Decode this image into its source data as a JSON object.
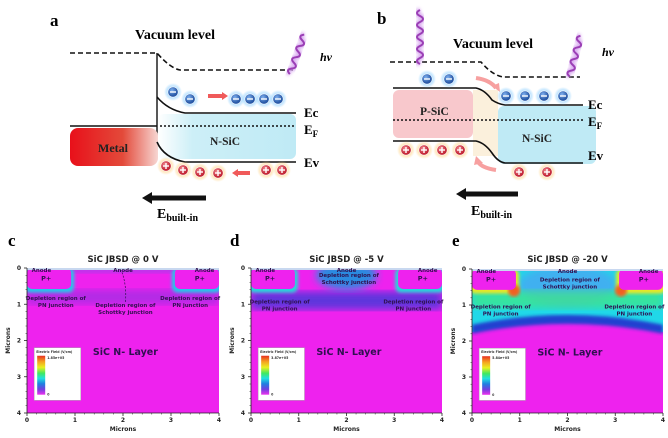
{
  "panel_a": {
    "letter": "a",
    "vacuum_label": "Vacuum level",
    "photon_label": "hv",
    "metal_label": "Metal",
    "semiconductor_label": "N-SiC",
    "ec_label": "Ec",
    "ef_label": "E",
    "ef_sub": "F",
    "ev_label": "Ev",
    "field_label": "E",
    "field_sub": "built-in",
    "electron_count": 6,
    "hole_count": 6
  },
  "panel_b": {
    "letter": "b",
    "vacuum_label": "Vacuum level",
    "photon_label": "hv",
    "p_label": "P-SiC",
    "n_label": "N-SiC",
    "ec_label": "Ec",
    "ef_label": "E",
    "ef_sub": "F",
    "ev_label": "Ev",
    "field_label": "E",
    "field_sub": "built-in",
    "electron_count": 6,
    "hole_count": 6
  },
  "sim_panels": [
    {
      "letter": "c",
      "title": "SiC JBSD @ 0 V",
      "bias_v": 0,
      "anode_labels": [
        "Anode",
        "Anode",
        "Anode"
      ],
      "pplus_label": "P+",
      "pn_label_1": "Depletion region of",
      "pn_label_2": "PN junction",
      "schottky_label_1": "Depletion region of",
      "schottky_label_2": "Schottky junction",
      "layer_label": "SiC N- Layer",
      "legend_title": "Electric Field (V/cm)",
      "legend_max": "1.85e+05",
      "legend_min": "0"
    },
    {
      "letter": "d",
      "title": "SiC JBSD @ -5 V",
      "bias_v": -5,
      "anode_labels": [
        "Anode",
        "Anode",
        "Anode"
      ],
      "pplus_label": "P+",
      "pn_label_1": "Depletion region of",
      "pn_label_2": "PN junction",
      "schottky_label_1": "Depletion region of",
      "schottky_label_2": "Schottky junction",
      "layer_label": "SiC N- Layer",
      "legend_title": "Electric Field (V/cm)",
      "legend_max": "3.87e+05",
      "legend_min": "0"
    },
    {
      "letter": "e",
      "title": "SiC JBSD @ -20 V",
      "bias_v": -20,
      "anode_labels": [
        "Anode",
        "Anode",
        "Anode"
      ],
      "pplus_label": "P+",
      "pn_label_1": "Depletion region of",
      "pn_label_2": "PN junction",
      "schottky_label_1": "Depletion region of",
      "schottky_label_2": "Schottky junction",
      "layer_label": "SiC N- Layer",
      "legend_title": "Electric Field (V/cm)",
      "legend_max": "5.84e+05",
      "legend_min": "0"
    }
  ],
  "axes": {
    "xlabel": "Microns",
    "ylabel": "Microns",
    "x_ticks": [
      "0",
      "1",
      "2",
      "3",
      "4"
    ],
    "y_ticks": [
      "0",
      "1",
      "2",
      "3",
      "4"
    ],
    "x_range": [
      0,
      4
    ],
    "y_range": [
      0,
      4
    ]
  },
  "colors": {
    "metal": "#e8201e",
    "n_sic": "#bfeaf5",
    "p_sic": "#f8c8cc",
    "electron": "#3a6fc0",
    "hole": "#d63a48",
    "photon": "#9b3fb5",
    "arrow": "#f05a5a",
    "field_low": "#ee22ee",
    "field_mid": "#22e0e8",
    "field_high": "#ee3322"
  }
}
